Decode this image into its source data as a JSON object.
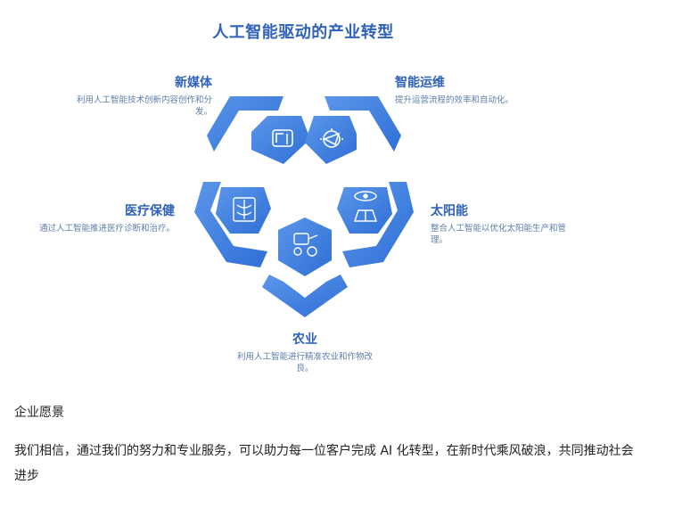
{
  "diagram": {
    "title": "人工智能驱动的产业转型",
    "items": [
      {
        "name": "新媒体",
        "desc": "利用人工智能技术创新内容创作和分发。",
        "icon": "content-creation-icon"
      },
      {
        "name": "智能运维",
        "desc": "提升运营流程的效率和自动化。",
        "icon": "gear-automation-icon"
      },
      {
        "name": "医疗保健",
        "desc": "通过人工智能推进医疗诊断和治疗。",
        "icon": "xray-icon"
      },
      {
        "name": "太阳能",
        "desc": "整合人工智能以优化太阳能生产和管理。",
        "icon": "solar-panel-icon"
      },
      {
        "name": "农业",
        "desc": "利用人工智能进行精准农业和作物改良。",
        "icon": "farm-robot-icon"
      }
    ],
    "colors": {
      "primary": "#4a86e0",
      "dark": "#2f62b8",
      "text": "#5b7ea8"
    }
  },
  "vision": {
    "heading": "企业愿景",
    "text": "我们相信，通过我们的努力和专业服务，可以助力每一位客户完成 AI 化转型，在新时代乘风破浪，共同推动社会进步"
  }
}
